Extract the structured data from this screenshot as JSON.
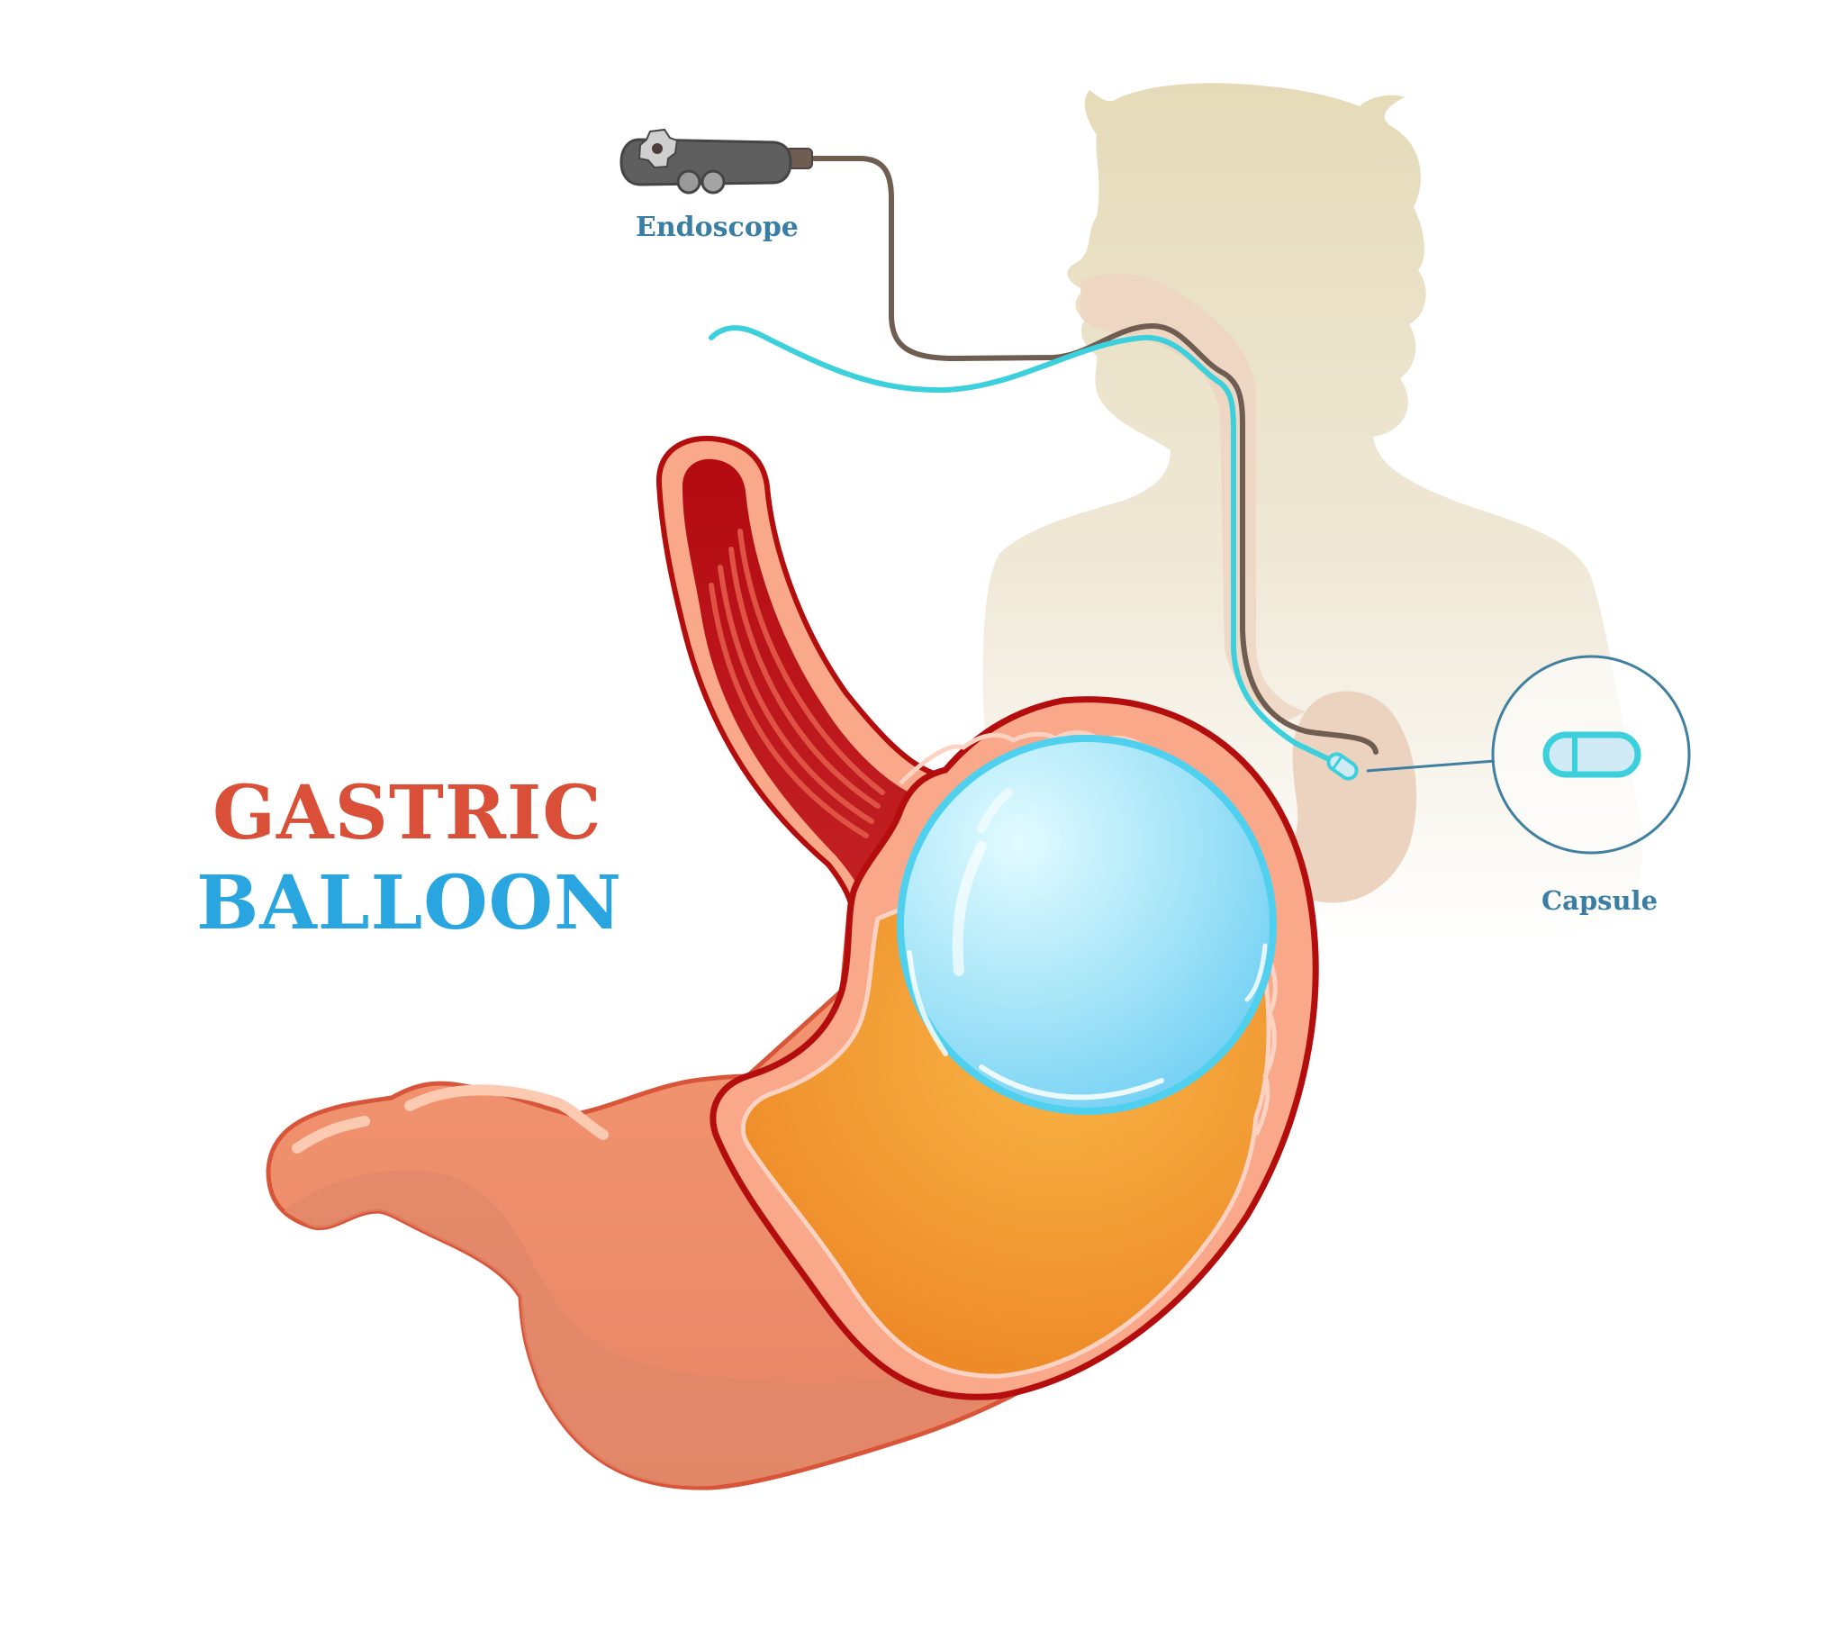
{
  "title": {
    "line1": "GASTRIC",
    "line2": "BALLOON"
  },
  "labels": {
    "endoscope": "Endoscope",
    "capsule": "Capsule"
  },
  "components": [
    {
      "name": "endoscope",
      "icon": "endoscope-handle-icon"
    },
    {
      "name": "capsule",
      "icon": "capsule-pill-icon"
    },
    {
      "name": "stomach",
      "icon": "stomach-cross-section"
    },
    {
      "name": "gastric-balloon",
      "icon": "balloon-sphere"
    },
    {
      "name": "body-silhouette",
      "icon": "human-profile-silhouette"
    }
  ],
  "colors": {
    "title_red": "#d94f38",
    "title_blue": "#29a6df",
    "label_blue": "#3a7fa3",
    "stomach_outline": "#b30d0d",
    "stomach_wall": "#f9a88a",
    "stomach_outer": "#f99a72",
    "stomach_fluid": "#f2a13b",
    "balloon": "#9ee0f7",
    "balloon_rim": "#4fd0ee",
    "tube_cyan": "#3ccfdc",
    "cable_brown": "#6f5d52",
    "silhouette": "#ebe3c9",
    "callout_ring": "#3f7f9f"
  }
}
